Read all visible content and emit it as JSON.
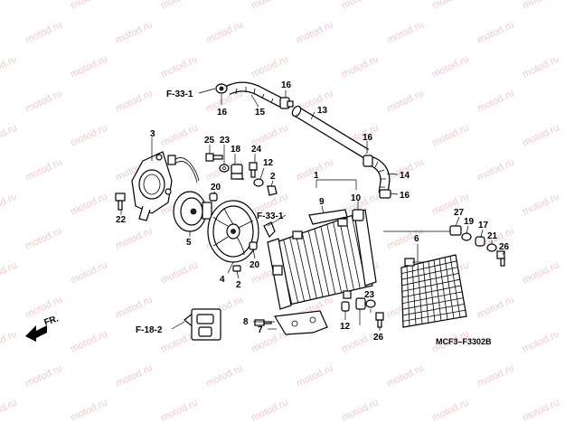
{
  "watermark": "motod.ru",
  "references": {
    "f33_1_top": "F-33-1",
    "f33_1_mid": "F-33-1",
    "f18_2": "F-18-2"
  },
  "direction": "FR.",
  "diagram_code": "MCF3–F3302B",
  "callouts": {
    "c1": "1",
    "c2a": "2",
    "c2b": "2",
    "c3": "3",
    "c4": "4",
    "c5": "5",
    "c6": "6",
    "c7": "7",
    "c8": "8",
    "c9": "9",
    "c10": "10",
    "c12a": "12",
    "c12b": "12",
    "c13": "13",
    "c14": "14",
    "c15": "15",
    "c16a": "16",
    "c16b": "16",
    "c16c": "16",
    "c16d": "16",
    "c17": "17",
    "c18": "18",
    "c19": "19",
    "c20a": "20",
    "c20b": "20",
    "c21": "21",
    "c22": "22",
    "c23a": "23",
    "c23b": "23",
    "c24": "24",
    "c25": "25",
    "c26a": "26",
    "c26b": "26",
    "c27": "27"
  }
}
